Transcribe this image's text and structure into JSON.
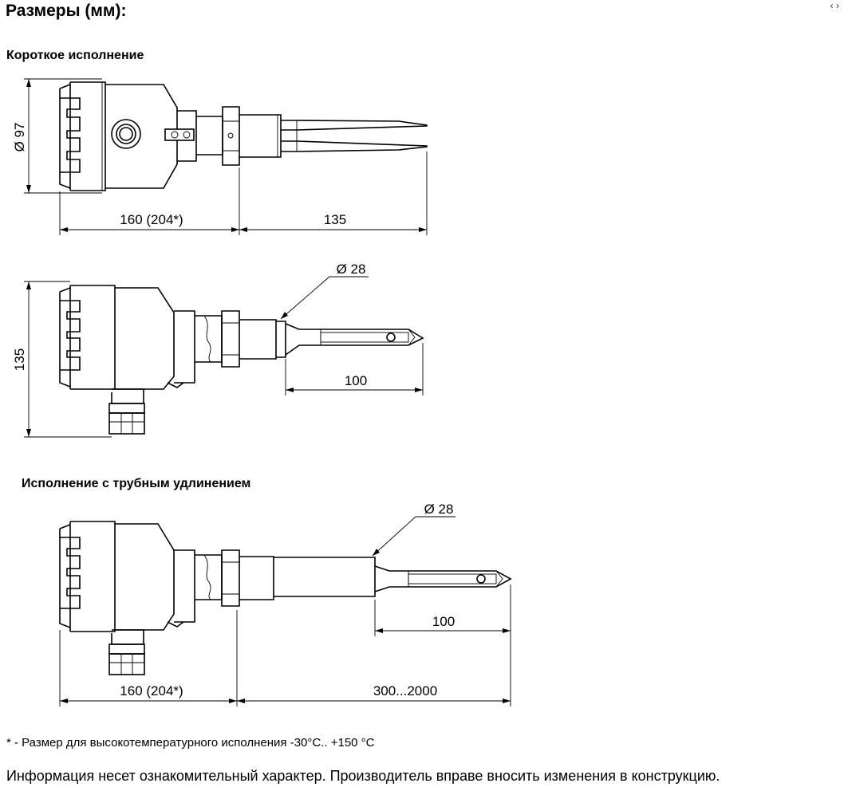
{
  "title": "Размеры (мм):",
  "section_short": "Короткое исполнение",
  "section_extension": "Исполнение с трубным удлинением",
  "dims": {
    "d1_diameter": "Ø 97",
    "d1_body_length": "160 (204*)",
    "d1_fork_length": "135",
    "d2_height": "135",
    "d2_diameter": "Ø 28",
    "d2_fork_length": "100",
    "d3_diameter": "Ø 28",
    "d3_fork_length": "100",
    "d3_body_length": "160 (204*)",
    "d3_extension_length": "300...2000"
  },
  "footnote": "* - Размер для высокотемпературного исполнения -30°C.. +150 °C",
  "notice": "Информация несет ознакомительный характер. Производитель вправе вносить изменения в конструкцию."
}
